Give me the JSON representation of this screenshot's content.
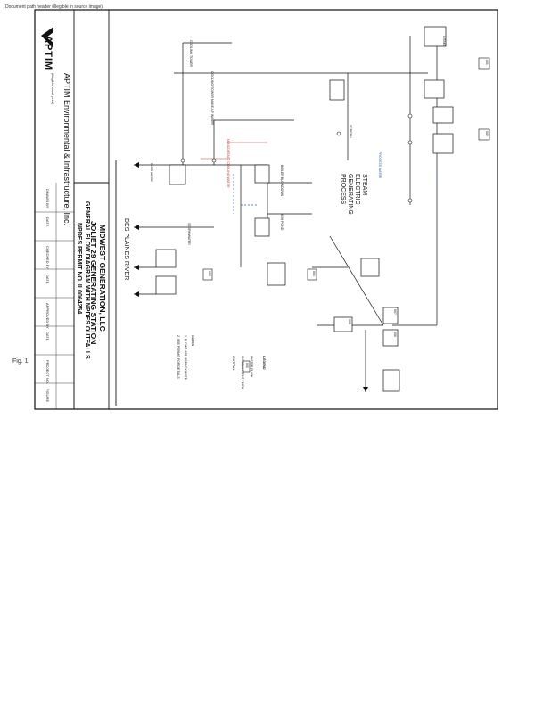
{
  "header": {
    "path_text": "Document path header (illegible in source image)"
  },
  "company": {
    "logo_text": "APTIM",
    "name": "APTIM Environmental & Infrastructure, Inc.",
    "tagline": "(illegible small print)"
  },
  "title_block": {
    "client": "MIDWEST GENERATION, LLC",
    "station": "JOLIET 29 GENERATING STATION",
    "drawing_title": "GENERAL FLOW DIAGRAM WITH NPDES OUTFALLS",
    "permit": "NPDES PERMIT NO. IL0064254",
    "cells": [
      "DRAWN BY",
      "DATE",
      "CHECKED BY",
      "DATE",
      "APPROVED BY",
      "DATE",
      "PROJECT NO.",
      "FIGURE"
    ]
  },
  "diagram": {
    "river_label": "DES PLAINES RIVER",
    "steam_process": "STEAM ELECTRIC GENERATING PROCESS",
    "cooling_tower_label": "COOLING TOWER",
    "process_water_label": "PROCESS WATER",
    "screen_label": "SCREEN",
    "misc_labels": [
      "COOLING TOWER MAKE-UP WATER",
      "NONCONTACT COOLING WATER",
      "INTAKE",
      "DISCHARGE",
      "STORMWATER",
      "BOILER BLOWDOWN",
      "ASH POND"
    ],
    "outfalls": [
      "001",
      "002",
      "003",
      "004",
      "005",
      "006",
      "007",
      "008"
    ],
    "legend_title": "LEGEND",
    "legend_items": [
      "WATER FLOW",
      "INTERMITTENT FLOW",
      "OUTFALL"
    ],
    "notes_title": "NOTES",
    "notes": [
      "1. FLOWS ARE APPROXIMATE",
      "2. SEE PERMIT FOR DETAILS"
    ]
  },
  "footer": {
    "figure_label": "Fig. 1"
  },
  "colors": {
    "line": "#111111",
    "accent_red": "#c0392b",
    "accent_blue": "#2f63b3"
  }
}
